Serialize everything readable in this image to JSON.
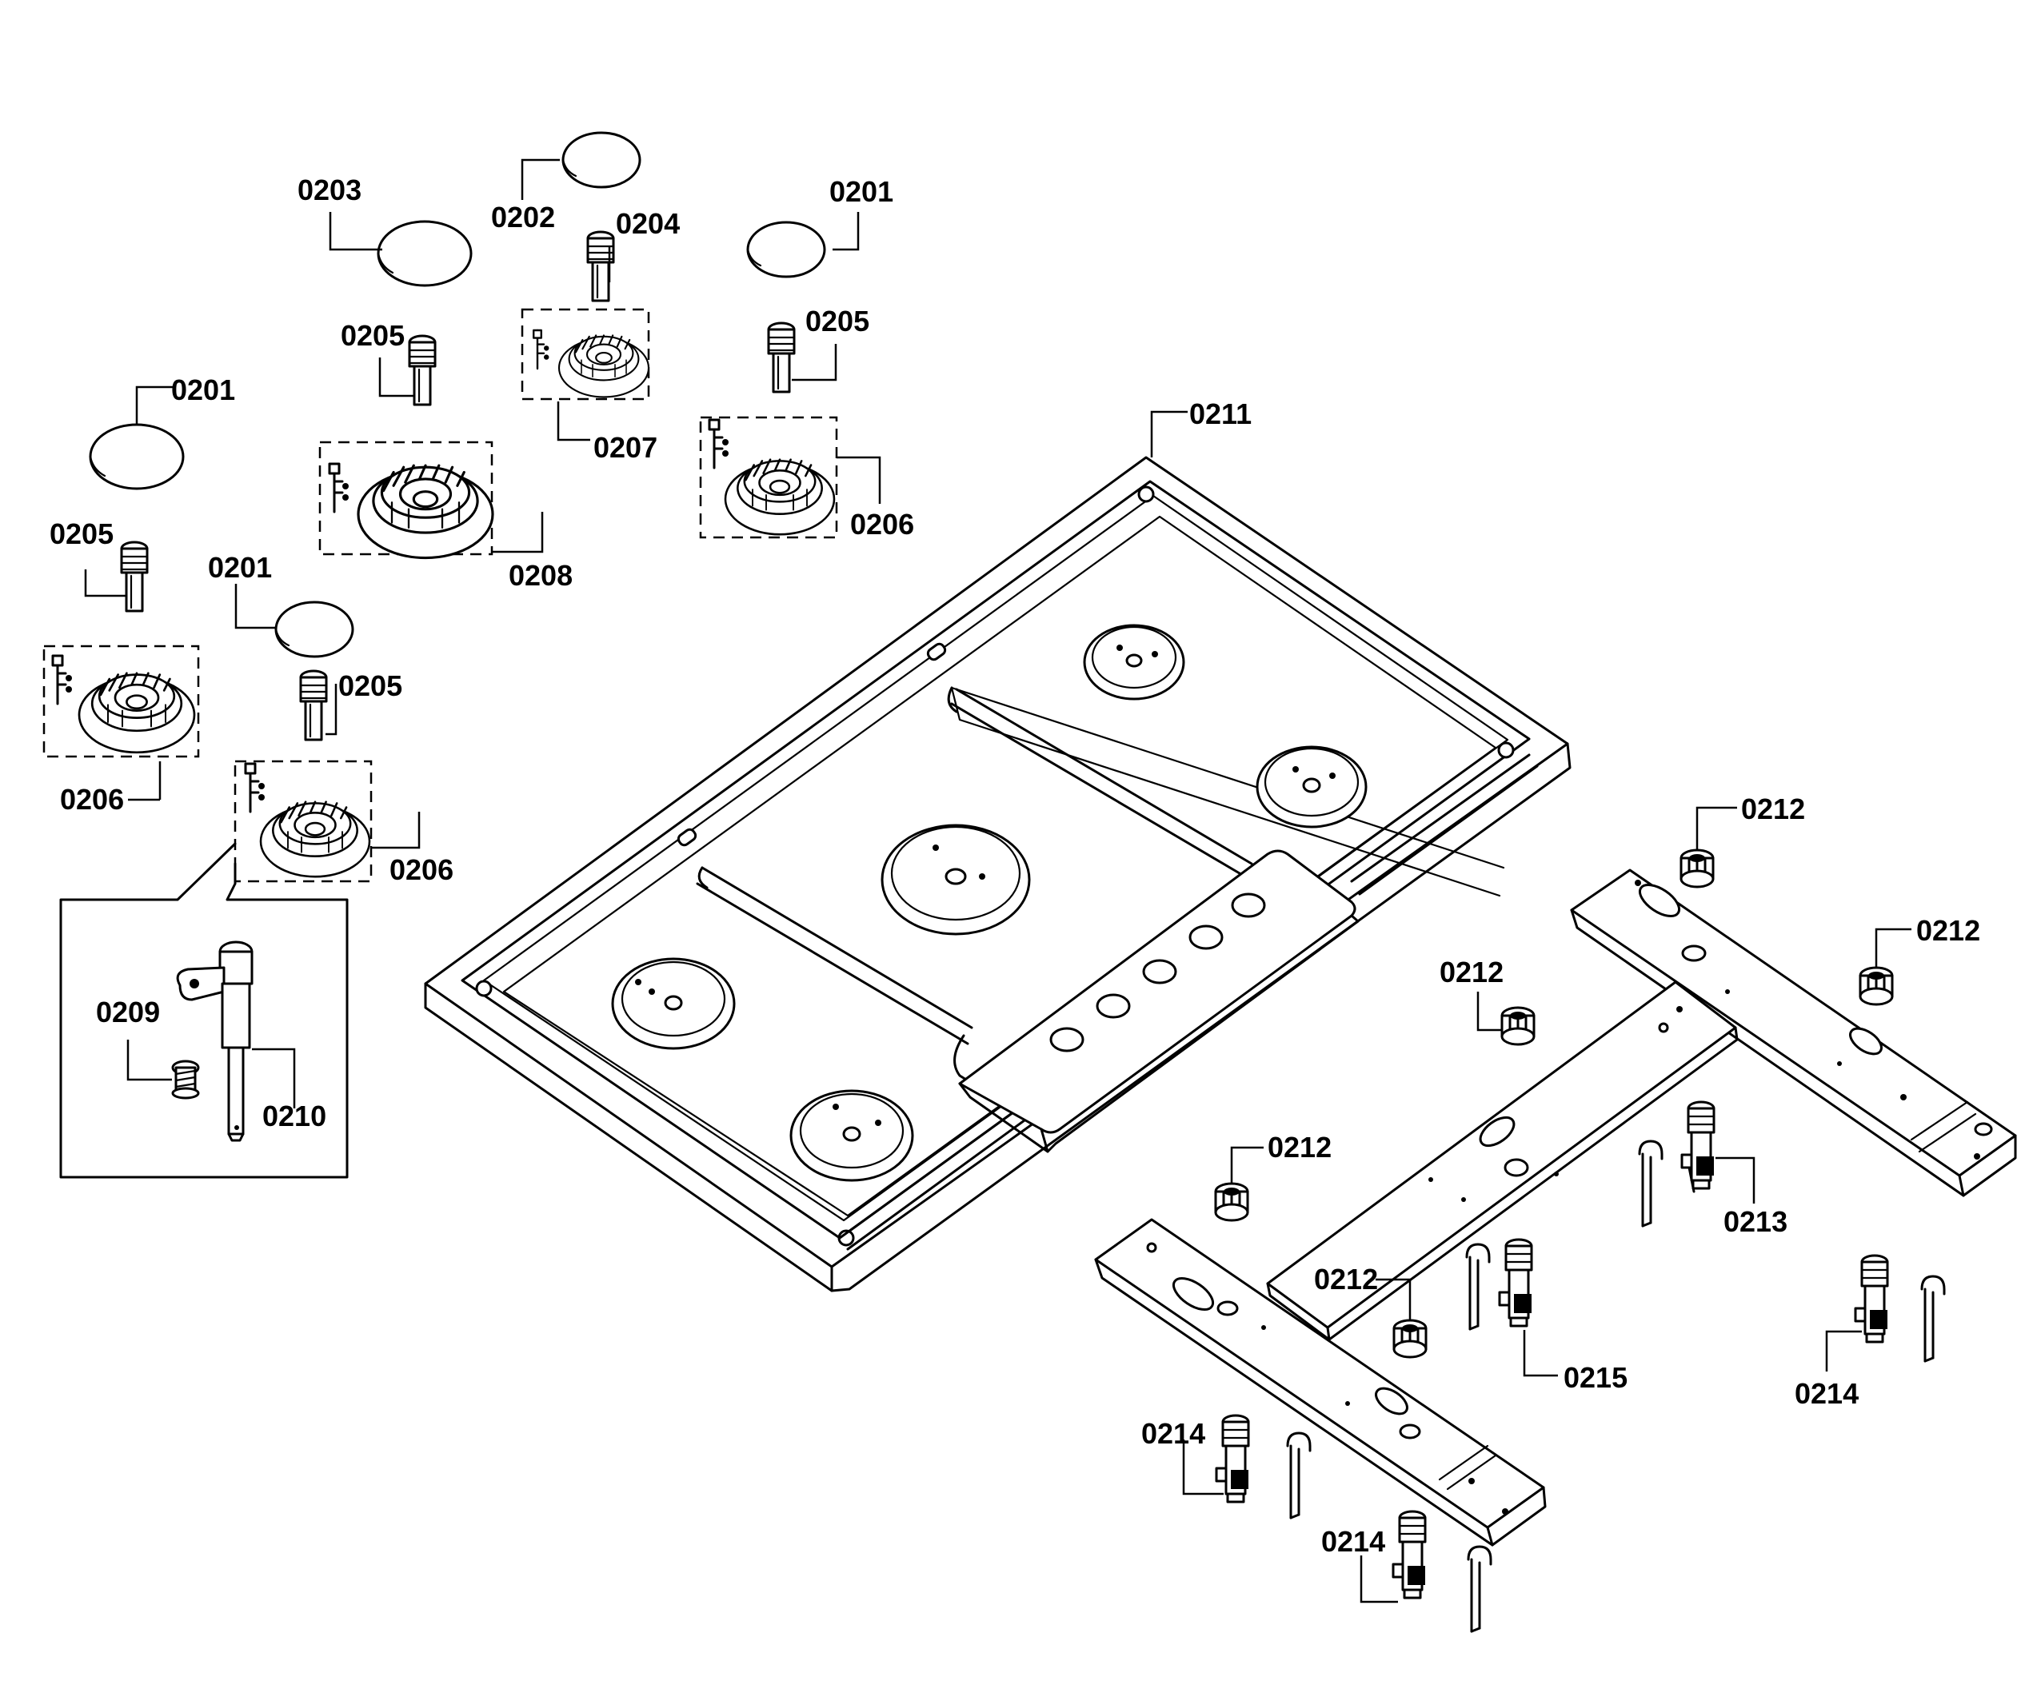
{
  "labels": {
    "l0203": "0203",
    "l0202": "0202",
    "l0204": "0204",
    "l0201_top": "0201",
    "l0205_a": "0205",
    "l0205_b": "0205",
    "l0207": "0207",
    "l0201_left": "0201",
    "l0208": "0208",
    "l0206_right": "0206",
    "l0211": "0211",
    "l0205_left": "0205",
    "l0201_mid": "0201",
    "l0205_mid": "0205",
    "l0206_left": "0206",
    "l0206_mid": "0206",
    "l0209": "0209",
    "l0210": "0210",
    "l0212_a": "0212",
    "l0212_b": "0212",
    "l0212_c": "0212",
    "l0212_d": "0212",
    "l0212_e": "0212",
    "l0213": "0213",
    "l0214_right": "0214",
    "l0214_left": "0214",
    "l0214_bottom": "0214",
    "l0215": "0215"
  }
}
